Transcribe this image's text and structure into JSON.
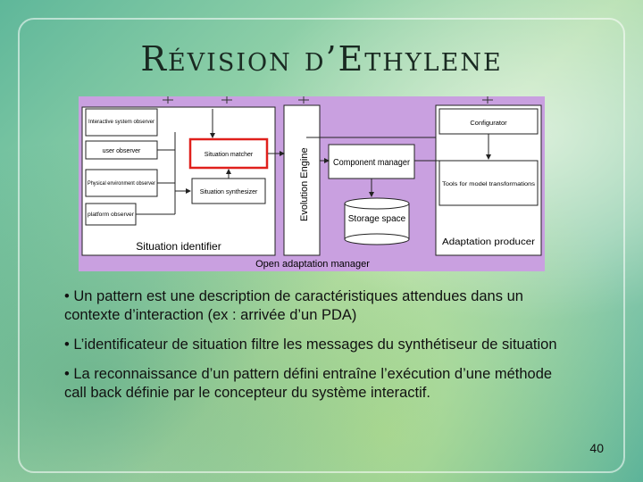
{
  "slide": {
    "title": "Révision d’Ethylene",
    "page_number": "40"
  },
  "diagram": {
    "colors": {
      "background": "#c9a0e0",
      "box": "#ffffff",
      "highlight": "#e0201c"
    },
    "observers": [
      "Interactive system observer",
      "user observer",
      "Physical environment observer",
      "platform observer"
    ],
    "situation_matcher": "Situation matcher",
    "situation_synthesizer": "Situation synthesizer",
    "situation_identifier": "Situation identifier",
    "evolution_engine": "Evolution Engine",
    "component_manager": "Component manager",
    "storage_space": "Storage space",
    "configurator": "Configurator",
    "tools": "Tools for model transformations",
    "adaptation_producer": "Adaptation producer",
    "footer": "Open adaptation manager"
  },
  "bullets": [
    "• Un pattern est une description de caractéristiques attendues dans un contexte d’interaction (ex : arrivée d’un PDA)",
    "• L’identificateur de situation filtre les messages du synthétiseur de situation",
    "• La reconnaissance d’un pattern défini entraîne l’exécution d’une méthode call back définie par le concepteur du système interactif."
  ]
}
